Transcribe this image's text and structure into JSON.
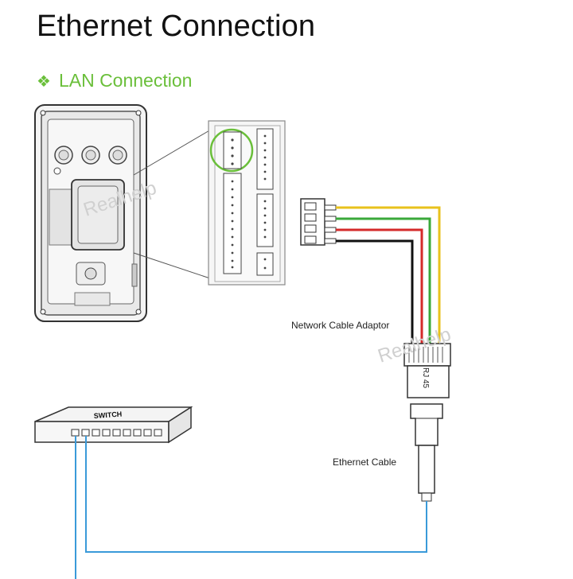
{
  "title": "Ethernet Connection",
  "section": {
    "bullet": "❖",
    "heading": "LAN Connection"
  },
  "labels": {
    "adaptor": "Network Cable Adaptor",
    "cable": "Ethernet Cable",
    "switch": "SWITCH",
    "rj45": "RJ 45",
    "watermark": "Realhelp"
  },
  "wire_colors": [
    "#e8c21c",
    "#3aa83a",
    "#d42a2a",
    "#111111"
  ],
  "cable_color": "#3a9ad9"
}
